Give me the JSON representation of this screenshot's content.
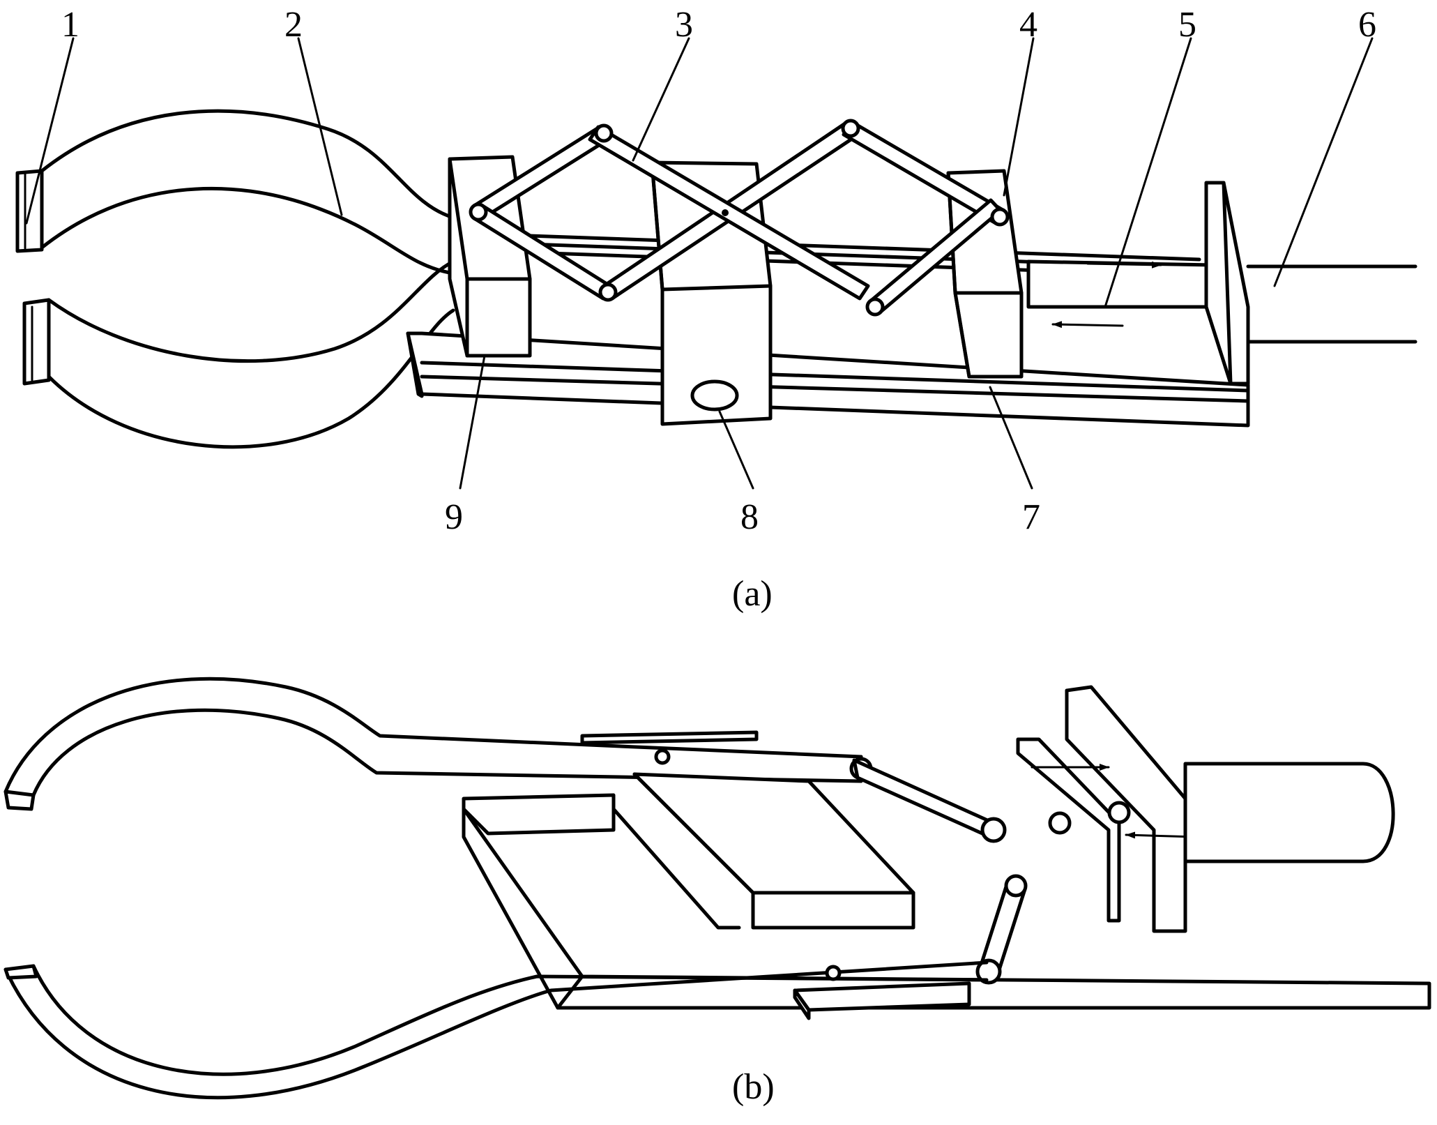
{
  "labels": {
    "n1": "1",
    "n2": "2",
    "n3": "3",
    "n4": "4",
    "n5": "5",
    "n6": "6",
    "n7": "7",
    "n8": "8",
    "n9": "9"
  },
  "captions": {
    "a": "(a)",
    "b": "(b)"
  }
}
